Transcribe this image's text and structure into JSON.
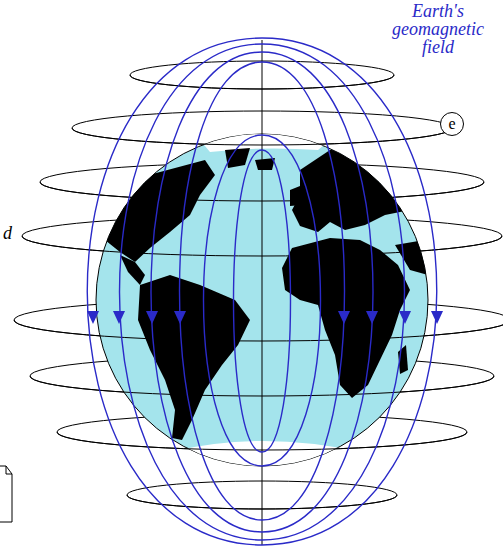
{
  "diagram": {
    "nodes": [
      {
        "text": [
          "e"
        ]
      }
    ],
    "labels": [
      "Earth's geomagnetic field",
      "d"
    ]
  }
}
